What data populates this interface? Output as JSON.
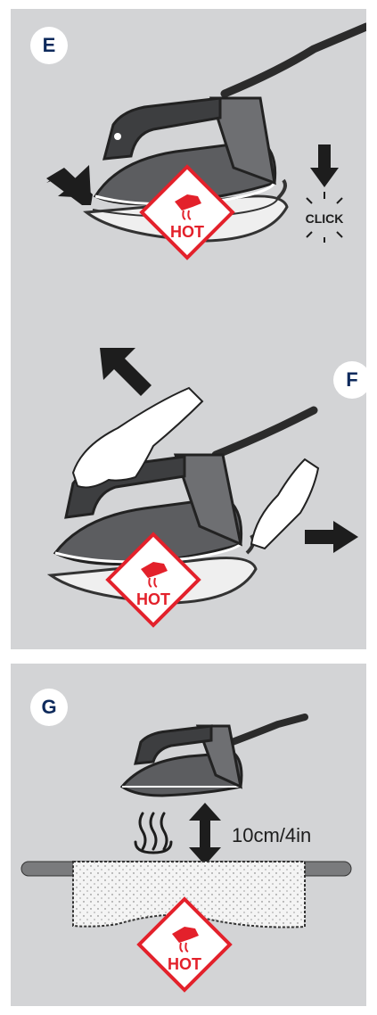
{
  "steps": {
    "e": "E",
    "f": "F",
    "g": "G"
  },
  "labels": {
    "click": "CLICK",
    "hot": "HOT",
    "distance": "10cm/4in"
  },
  "colors": {
    "panel_bg": "#d3d4d6",
    "badge_text": "#0e2a5c",
    "hot_red": "#e3212b",
    "iron_dark": "#58595b",
    "iron_light": "#7a7b7d"
  },
  "icons": [
    "arrow-icon",
    "hot-warning-icon",
    "steam-icon",
    "double-arrow-icon"
  ]
}
